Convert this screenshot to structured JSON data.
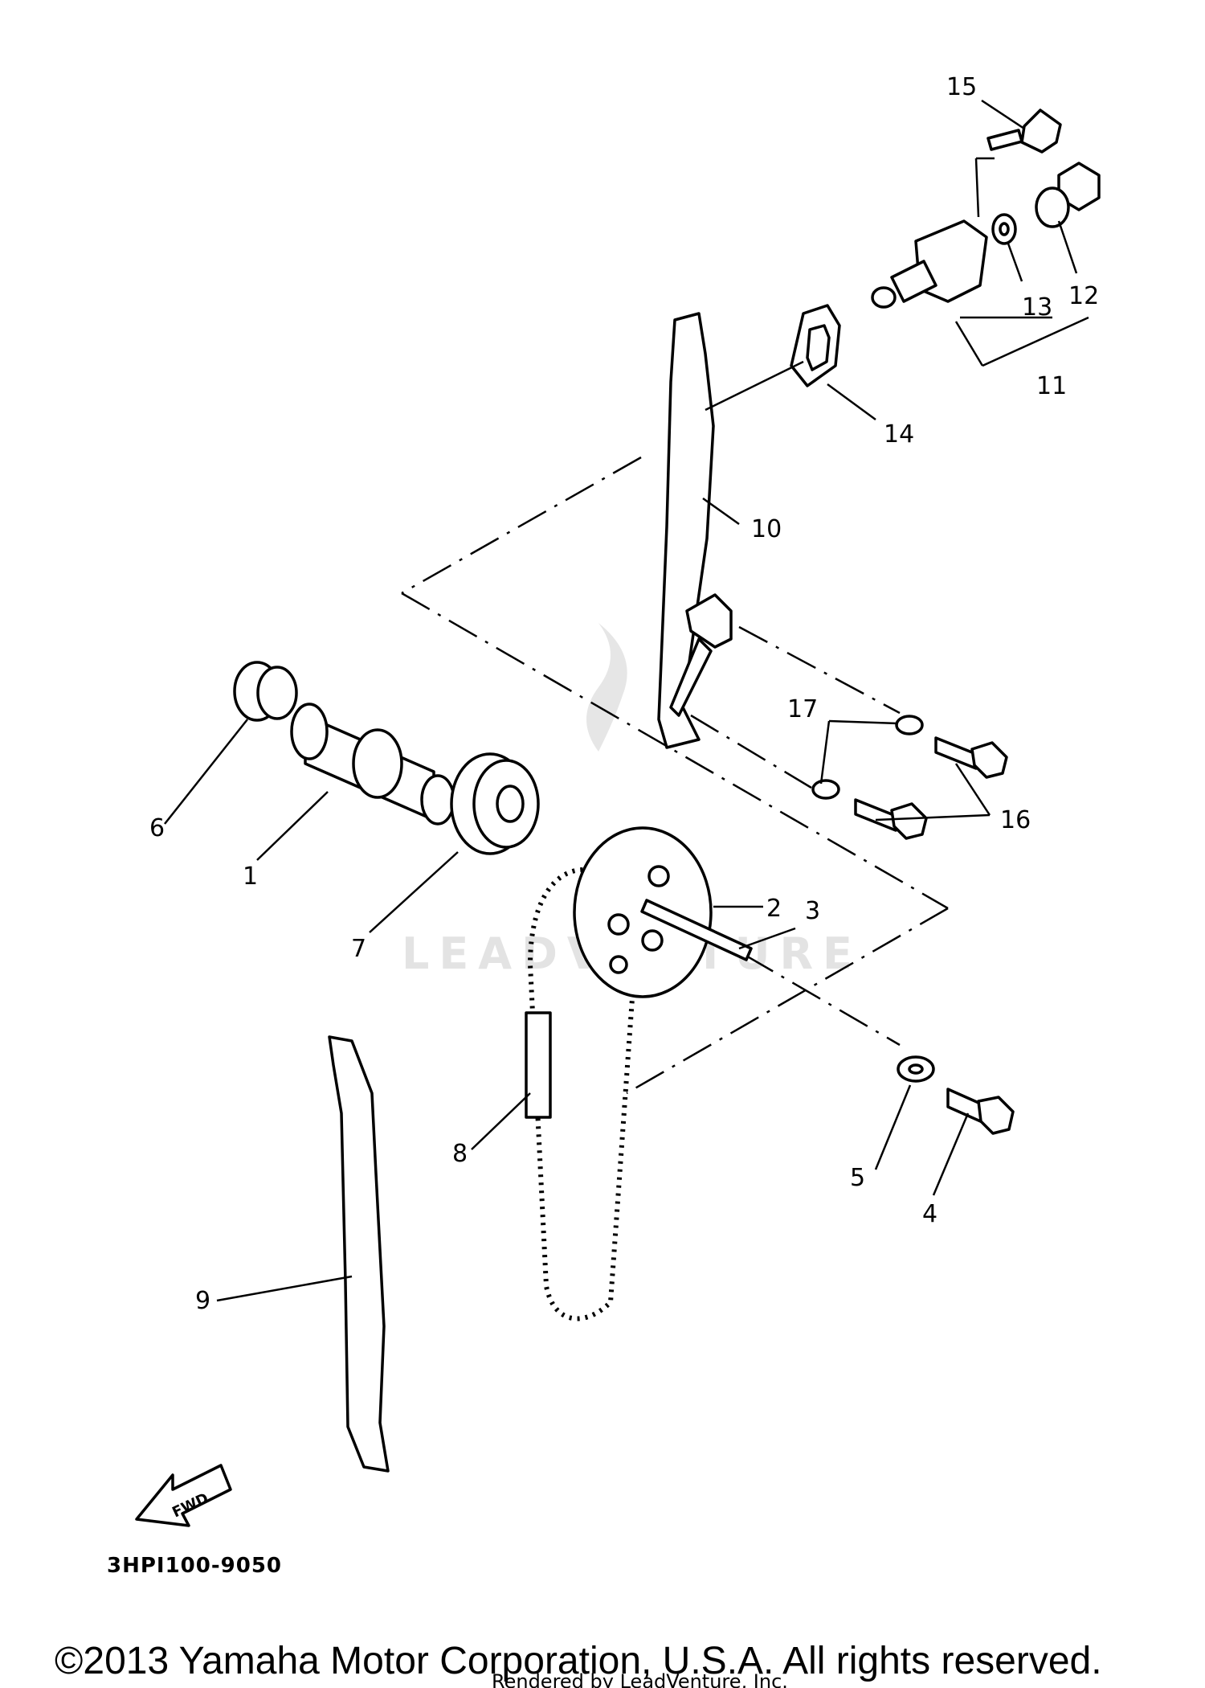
{
  "watermark": "LEADVENTURE",
  "diagram_code": "3HPI100-9050",
  "forward_label": "FWD",
  "footer": {
    "copyright": "©2013 Yamaha Motor Corporation, U.S.A. All rights reserved.",
    "rendered_by": "Rendered by LeadVenture, Inc."
  },
  "callouts": {
    "c1": "1",
    "c2": "2",
    "c3": "3",
    "c4": "4",
    "c5": "5",
    "c6": "6",
    "c7": "7",
    "c8": "8",
    "c9": "9",
    "c10": "10",
    "c11": "11",
    "c12": "12",
    "c13": "13",
    "c14": "14",
    "c15": "15",
    "c16": "16",
    "c17": "17"
  }
}
